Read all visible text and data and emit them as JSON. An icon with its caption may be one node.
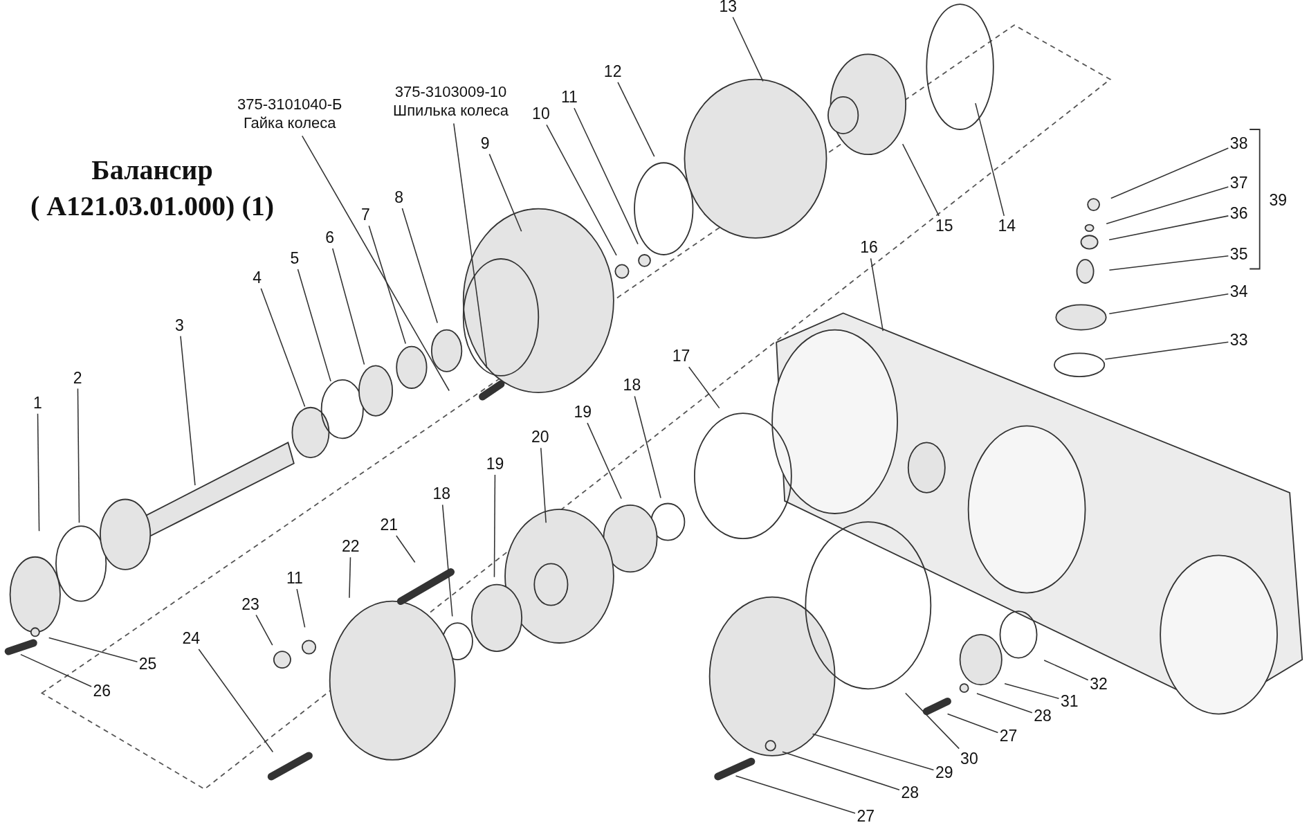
{
  "diagram": {
    "title": "Балансир ( A121.03.01.000) (1)",
    "nodes": [
      {
        "text": [
          "1"
        ]
      },
      {
        "text": [
          "2"
        ]
      },
      {
        "text": [
          "3"
        ]
      },
      {
        "text": [
          "4"
        ]
      },
      {
        "text": [
          "5"
        ]
      },
      {
        "text": [
          "6"
        ]
      },
      {
        "text": [
          "7"
        ]
      },
      {
        "text": [
          "8"
        ]
      },
      {
        "text": [
          "375-3101040-Б",
          "Гайка колеса"
        ]
      },
      {
        "text": [
          "375-3103009-10",
          "Шпилька колеса"
        ]
      },
      {
        "text": [
          "9"
        ]
      },
      {
        "text": [
          "10"
        ]
      },
      {
        "text": [
          "11"
        ]
      },
      {
        "text": [
          "12"
        ]
      },
      {
        "text": [
          "13"
        ]
      },
      {
        "text": [
          "14"
        ]
      },
      {
        "text": [
          "15"
        ]
      },
      {
        "text": [
          "16"
        ]
      },
      {
        "text": [
          "17"
        ]
      },
      {
        "text": [
          "18"
        ]
      },
      {
        "text": [
          "19"
        ]
      },
      {
        "text": [
          "20"
        ]
      },
      {
        "text": [
          "19"
        ]
      },
      {
        "text": [
          "18"
        ]
      },
      {
        "text": [
          "21"
        ]
      },
      {
        "text": [
          "22"
        ]
      },
      {
        "text": [
          "11"
        ]
      },
      {
        "text": [
          "23"
        ]
      },
      {
        "text": [
          "24"
        ]
      },
      {
        "text": [
          "25"
        ]
      },
      {
        "text": [
          "26"
        ]
      },
      {
        "text": [
          "27"
        ]
      },
      {
        "text": [
          "28"
        ]
      },
      {
        "text": [
          "29"
        ]
      },
      {
        "text": [
          "30"
        ]
      },
      {
        "text": [
          "27"
        ]
      },
      {
        "text": [
          "28"
        ]
      },
      {
        "text": [
          "31"
        ]
      },
      {
        "text": [
          "32"
        ]
      },
      {
        "text": [
          "33"
        ]
      },
      {
        "text": [
          "34"
        ]
      },
      {
        "text": [
          "35"
        ]
      },
      {
        "text": [
          "36"
        ]
      },
      {
        "text": [
          "37"
        ]
      },
      {
        "text": [
          "38"
        ]
      }
    ],
    "edges": [
      {
        "from": 0,
        "to": null,
        "arrow": "none"
      },
      {
        "from": 1,
        "to": null,
        "arrow": "none"
      },
      {
        "from": 2,
        "to": null,
        "arrow": "none"
      },
      {
        "from": 3,
        "to": null,
        "arrow": "none"
      },
      {
        "from": 4,
        "to": null,
        "arrow": "none"
      },
      {
        "from": 5,
        "to": null,
        "arrow": "none"
      },
      {
        "from": 6,
        "to": null,
        "arrow": "none"
      },
      {
        "from": 7,
        "to": null,
        "arrow": "none"
      },
      {
        "from": 8,
        "to": null,
        "arrow": "none"
      },
      {
        "from": 9,
        "to": null,
        "arrow": "none"
      },
      {
        "from": 10,
        "to": null,
        "arrow": "none"
      },
      {
        "from": 11,
        "to": null,
        "arrow": "none"
      },
      {
        "from": 12,
        "to": null,
        "arrow": "none"
      },
      {
        "from": 13,
        "to": null,
        "arrow": "none"
      },
      {
        "from": 14,
        "to": null,
        "arrow": "none"
      },
      {
        "from": 15,
        "to": null,
        "arrow": "none"
      },
      {
        "from": 16,
        "to": null,
        "arrow": "none"
      },
      {
        "from": 17,
        "to": null,
        "arrow": "none"
      },
      {
        "from": 18,
        "to": null,
        "arrow": "none"
      },
      {
        "from": 19,
        "to": null,
        "arrow": "none"
      },
      {
        "from": 20,
        "to": null,
        "arrow": "none"
      },
      {
        "from": 21,
        "to": null,
        "arrow": "none"
      },
      {
        "from": 22,
        "to": null,
        "arrow": "none"
      },
      {
        "from": 23,
        "to": null,
        "arrow": "none"
      },
      {
        "from": 24,
        "to": null,
        "arrow": "none"
      },
      {
        "from": 25,
        "to": null,
        "arrow": "none"
      },
      {
        "from": 26,
        "to": null,
        "arrow": "none"
      },
      {
        "from": 27,
        "to": null,
        "arrow": "none"
      },
      {
        "from": 28,
        "to": null,
        "arrow": "none"
      },
      {
        "from": 29,
        "to": null,
        "arrow": "none"
      },
      {
        "from": 30,
        "to": null,
        "arrow": "none"
      },
      {
        "from": 31,
        "to": null,
        "arrow": "none"
      },
      {
        "from": 32,
        "to": null,
        "arrow": "none"
      },
      {
        "from": 33,
        "to": null,
        "arrow": "none"
      },
      {
        "from": 34,
        "to": null,
        "arrow": "none"
      },
      {
        "from": 35,
        "to": null,
        "arrow": "none"
      },
      {
        "from": 36,
        "to": null,
        "arrow": "none"
      },
      {
        "from": 37,
        "to": null,
        "arrow": "none"
      },
      {
        "from": 38,
        "to": null,
        "arrow": "none"
      },
      {
        "from": 39,
        "to": null,
        "arrow": "none"
      },
      {
        "from": 40,
        "to": null,
        "arrow": "none"
      },
      {
        "from": 41,
        "to": null,
        "arrow": "none"
      },
      {
        "from": 42,
        "to": null,
        "arrow": "none"
      },
      {
        "from": 43,
        "to": null,
        "arrow": "none"
      },
      {
        "from": 44,
        "to": null,
        "arrow": "none"
      }
    ],
    "labels": [
      "39"
    ]
  }
}
